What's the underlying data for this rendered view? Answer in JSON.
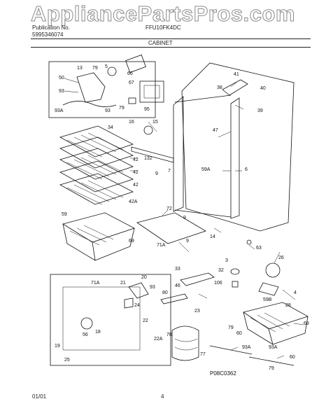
{
  "watermark": "AppliancePartsPros.com",
  "header": {
    "left_line1": "Publication No.",
    "left_line2": "5995346074",
    "center_model": "FFU10FK4DC",
    "section": "CABINET"
  },
  "callouts": [
    "13",
    "50",
    "79",
    "5",
    "66",
    "67",
    "93",
    "95",
    "79",
    "93A",
    "93",
    "41",
    "38",
    "40",
    "39",
    "34",
    "16",
    "15",
    "47",
    "132",
    "42",
    "42",
    "42",
    "42A",
    "9",
    "7",
    "59A",
    "6",
    "59",
    "72",
    "69",
    "71A",
    "9",
    "14",
    "63",
    "3",
    "32",
    "106",
    "26",
    "33",
    "46",
    "23",
    "4",
    "28",
    "71A",
    "20",
    "93",
    "80",
    "21",
    "24",
    "22",
    "18",
    "56",
    "22A",
    "19",
    "25",
    "59B",
    "69",
    "79",
    "60",
    "93A",
    "93A",
    "60",
    "79",
    "78",
    "77",
    "9"
  ],
  "figure_code": "P08C0362",
  "footer": {
    "date": "01/01",
    "page": "4"
  }
}
